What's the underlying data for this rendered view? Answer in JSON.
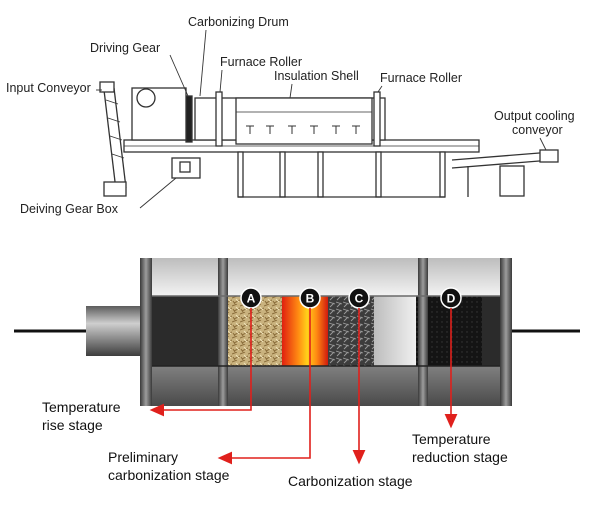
{
  "machine": {
    "labels": {
      "carbonizing_drum": "Carbonizing Drum",
      "driving_gear": "Driving Gear",
      "furnace_roller_left": "Furnace Roller",
      "insulation_shell": "Insulation Shell",
      "furnace_roller_right": "Furnace Roller",
      "input_conveyor": "Input Conveyor",
      "output_cooling_conveyor_line1": "Output cooling",
      "output_cooling_conveyor_line2": "conveyor",
      "driving_gear_box": "Deiving Gear Box"
    }
  },
  "process": {
    "markers": [
      "A",
      "B",
      "C",
      "D"
    ],
    "stages": {
      "temperature_rise_line1": "Temperature",
      "temperature_rise_line2": "rise stage",
      "preliminary_line1": "Preliminary",
      "preliminary_line2": "carbonization stage",
      "carbonization": "Carbonization stage",
      "temperature_reduction_line1": "Temperature",
      "temperature_reduction_line2": "reduction stage"
    },
    "colors": {
      "arrow": "#e0201c",
      "marker_bg": "#111111",
      "heat_core": "#ffd21a",
      "heat_edge": "#e02010"
    }
  }
}
